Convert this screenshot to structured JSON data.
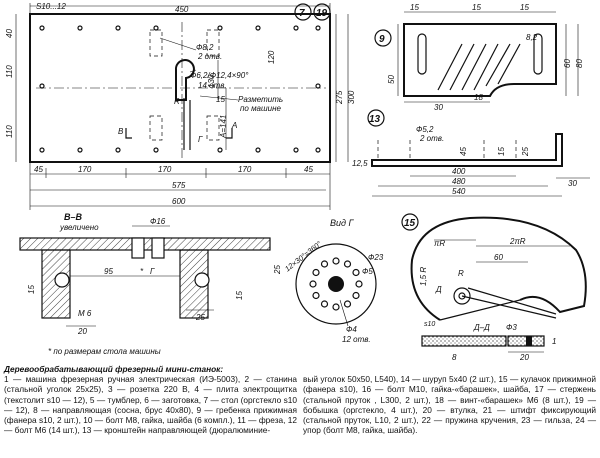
{
  "main_view": {
    "badges": [
      "7",
      "19"
    ],
    "dims": {
      "top_s": "S10...12",
      "top_450": "450",
      "left_40": "40",
      "left_110": "110",
      "left_110b": "110",
      "right_120": "120",
      "right_275": "275",
      "right_300": "300",
      "v130": "130",
      "v15": "15",
      "v141": "A=141",
      "bottom_45": "45",
      "bottom_170a": "170",
      "bottom_170b": "170",
      "bottom_170c": "170",
      "bottom_45b": "45",
      "total_575": "575",
      "total_600": "600",
      "right_125": "12,5",
      "diam_82": "Ф8,2",
      "otv2": "2 отв.",
      "diam_82b": "Ф6,2/Ф12,4×90°",
      "otv14": "14 отв.",
      "note1": "Разметить",
      "note2": "по машине",
      "R": "R",
      "B": "B",
      "G": "Г",
      "A": "A"
    }
  },
  "part9": {
    "badge": "9",
    "dims": {
      "d15": "15",
      "d15b": "15",
      "d15c": "15",
      "d82": "8,2",
      "d50": "50",
      "d60": "60",
      "d80": "80",
      "d30": "30",
      "d18": "18"
    }
  },
  "part13": {
    "badge": "13",
    "dims": {
      "diam": "Ф5,2",
      "otv": "2 отв.",
      "d45": "45",
      "d15": "15",
      "d25": "25",
      "d400": "400",
      "d480": "480",
      "d540": "540",
      "d30": "30"
    }
  },
  "section_bb": {
    "title": "B–B",
    "subtitle": "увеличено",
    "diam16": "Ф16",
    "d25": "25",
    "d95": "95",
    "d15": "15",
    "m6": "M 6",
    "d20": "20",
    "d25b": "25",
    "d15b": "15",
    "G": "Г",
    "star": "*",
    "note": "* по размерам стола машины"
  },
  "view_g": {
    "title": "Вид Г",
    "angle": "12×30°=360°",
    "d23": "Ф23",
    "d5": "Ф5",
    "d4": "Ф4",
    "otv12": "12 отв."
  },
  "part15": {
    "badge": "15",
    "labels": {
      "piR": "πR",
      "twoPiR": "2πR",
      "R": "R",
      "d60": "60",
      "d15R": "1,5 R",
      "D": "Д",
      "s10": "s10",
      "D_D": "Д–Д",
      "diam3": "Ф3",
      "d20": "20",
      "d1": "1",
      "d8": "8"
    }
  },
  "caption": {
    "title": "Деревообрабатывающий фрезерный мини-станок:",
    "col1": "1 — машина фрезерная ручная электрическая (ИЭ-5003), 2 — станина (стальной уголок 25x25), 3 — розетка 220 В, 4 — плита электрощитка (текстолит s10 — 12), 5 — тумблер, 6 — заготовка, 7 — стол (оргстекло s10 — 12), 8 — направляющая (сосна, брус 40x80), 9 — гребенка прижимная (фанера s10, 2 шт.), 10 — болт M8, гайка, шайба (6 компл.), 11 — фреза, 12 — болт M6 (14 шт.), 13 — кронштейн направляющей (дюралюминие-",
    "col2": "вый уголок 50x50, L540), 14 — шуруп 5x40 (2 шт.), 15 — кулачок прижимной (фанера s10), 16 — болт M10, гайка-«барашек», шайба, 17 — стержень (стальной пруток , L300, 2 шт.), 18 — винт-«барашек» M6 (8 шт.), 19 — бобышка (оргстекло, 4 шт.), 20 — втулка, 21 — штифт фиксирующий (стальной пруток, L10, 2 шт.), 22 — пружина кручения, 23 — гильза, 24 — упор (болт M8, гайка, шайба)."
  }
}
